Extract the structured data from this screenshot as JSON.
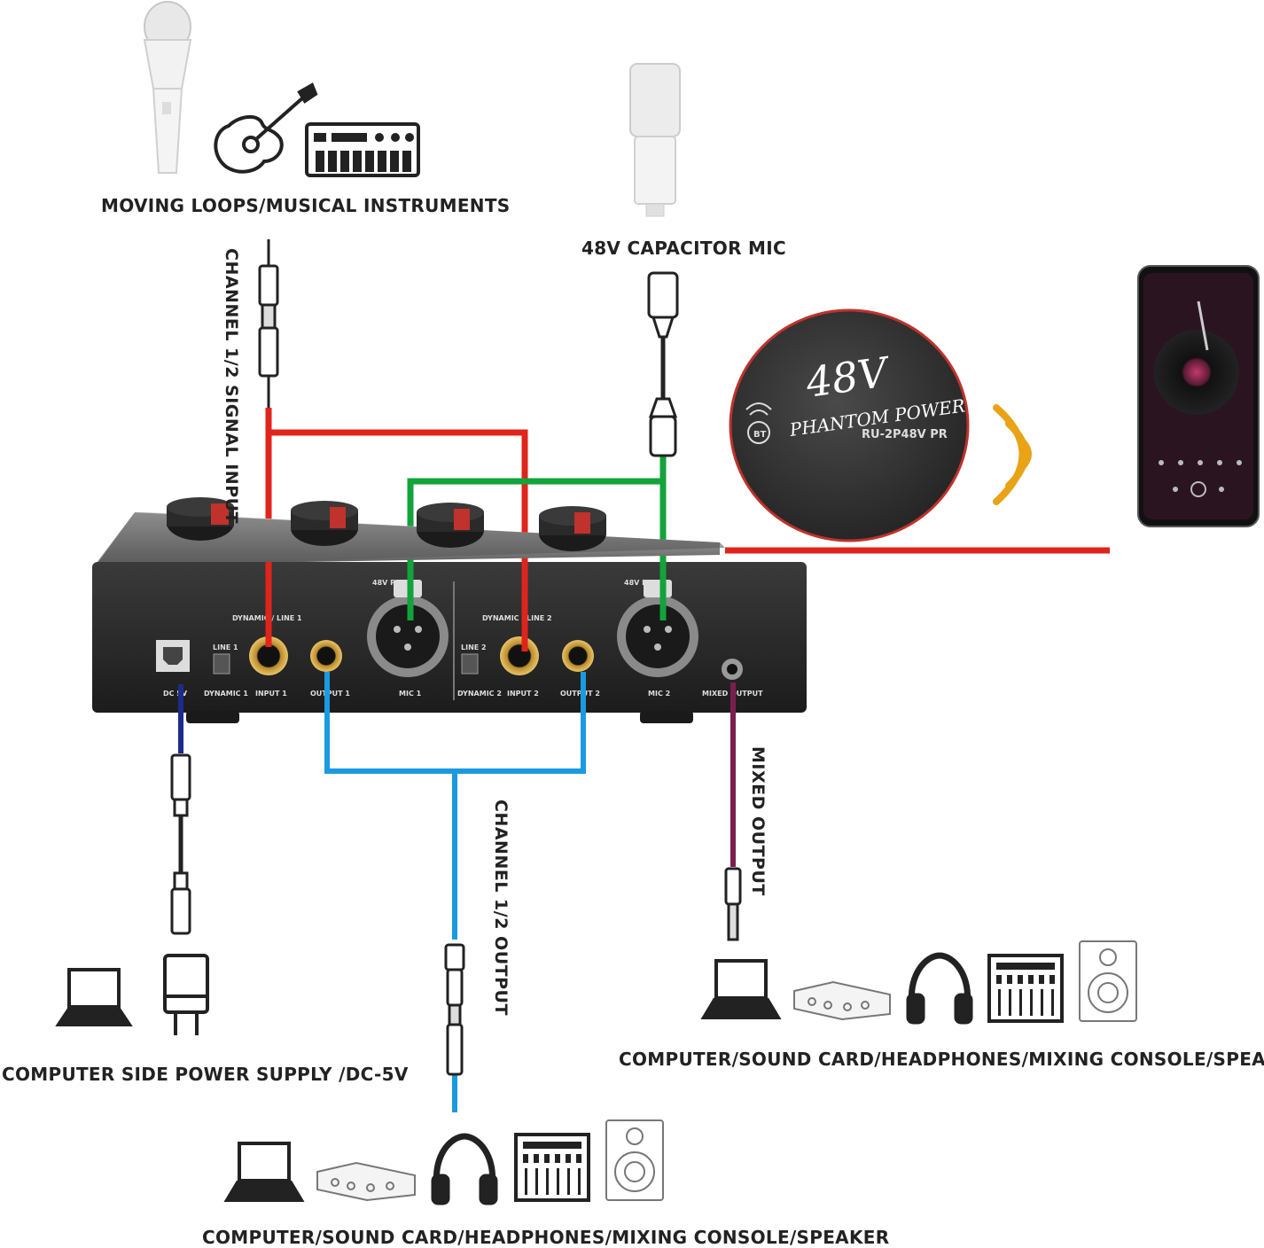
{
  "labels": {
    "top_instruments": "MOVING LOOPS/MUSICAL INSTRUMENTS",
    "top_mic": "48V CAPACITOR MIC",
    "signal_input": "CHANNEL 1/2 SIGNAL INPUT",
    "channel_output": "CHANNEL 1/2 OUTPUT",
    "mixed_output": "MIXED OUTPUT",
    "power_supply": "COMPUTER SIDE POWER SUPPLY /DC-5V",
    "right_devices": "COMPUTER/SOUND CARD/HEADPHONES/MIXING CONSOLE/SPEAKER",
    "bottom_devices": "COMPUTER/SOUND CARD/HEADPHONES/MIXING CONSOLE/SPEAKER"
  },
  "panel": {
    "dynamic_line_1": "DYNAMIC / LINE 1",
    "dynamic_line_2": "DYNAMIC / LINE 2",
    "phantom_1": "48V POWER",
    "phantom_2": "48V POWER",
    "line_1": "LINE 1",
    "line_2": "LINE 2",
    "dynamic_1": "DYNAMIC 1",
    "dynamic_2": "DYNAMIC 2",
    "dc5v": "DC 5V",
    "input_1": "INPUT 1",
    "input_2": "INPUT 2",
    "output_1": "OUTPUT 1",
    "output_2": "OUTPUT 2",
    "mic_1": "MIC 1",
    "mic_2": "MIC 2",
    "mixed_output": "MIXED OUTPUT"
  },
  "badge": {
    "voltage": "48V",
    "script": "PHANTOM POWER",
    "model": "RU-2P48V PR",
    "bt": "BT"
  },
  "colors": {
    "input_cable": "#e0241b",
    "mic_cable": "#12a33a",
    "output_cable": "#1b9ae0",
    "usb_cable": "#1e2a8c",
    "mixed_cable": "#7a1f4a",
    "bluetooth_waves": "#e8a317",
    "device_body": "#2a2a2a"
  },
  "icons": [
    "microphone-icon",
    "guitar-icon",
    "keyboard-icon",
    "condenser-mic-icon",
    "smartphone-icon",
    "bluetooth-icon",
    "laptop-icon",
    "charger-icon",
    "amplifier-icon",
    "headphones-icon",
    "mixer-icon",
    "speaker-icon"
  ]
}
